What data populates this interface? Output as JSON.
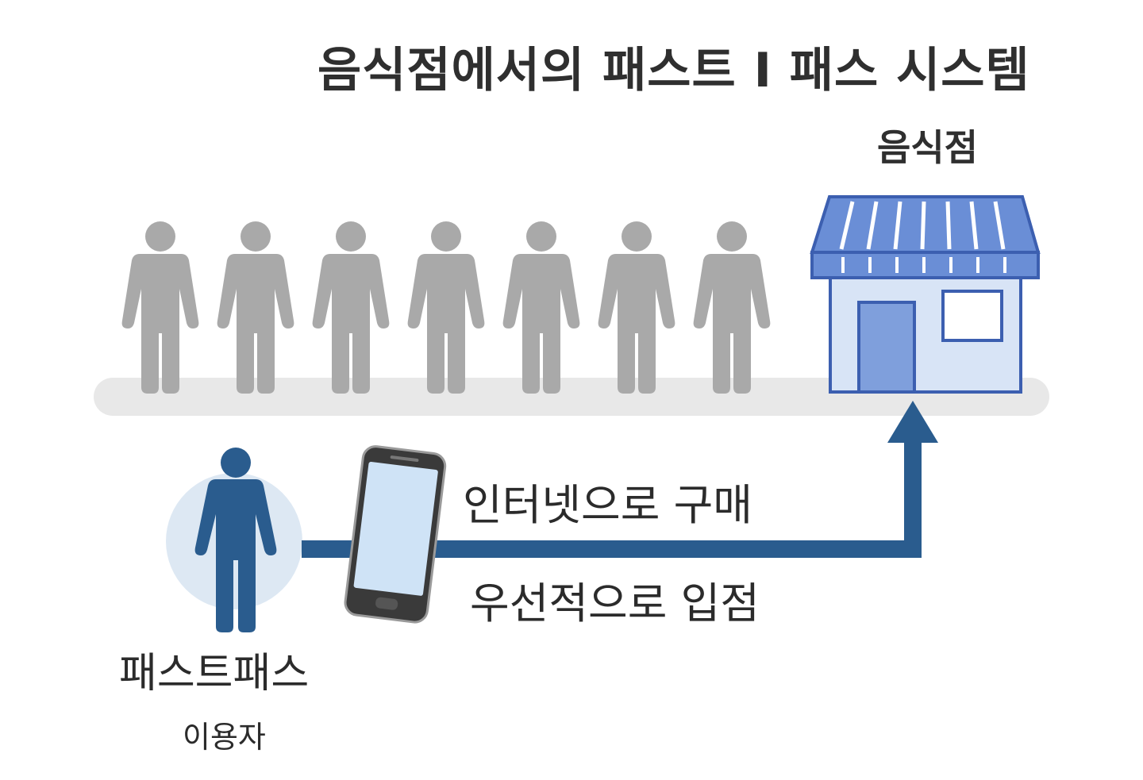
{
  "title": "음식점에서의 패스트 I 패스 시스템",
  "store": {
    "label": "음식점"
  },
  "flow": {
    "purchase_label": "인터넷으로 구매",
    "priority_label": "우선적으로 입점"
  },
  "user": {
    "line1": "패스트패스",
    "line2": "이용자"
  },
  "queue": {
    "people_count": 7
  },
  "colors": {
    "queue_person": "#a9a9a9",
    "queue_floor": "#e8e8e8",
    "user_person": "#2a5c8e",
    "user_halo": "#dde8f3",
    "arrow": "#2a5c8e",
    "store_roof": "#6a8ed6",
    "store_wall": "#d8e4f6",
    "store_outline": "#3c5fb0",
    "phone_screen": "#cfe3f6"
  }
}
